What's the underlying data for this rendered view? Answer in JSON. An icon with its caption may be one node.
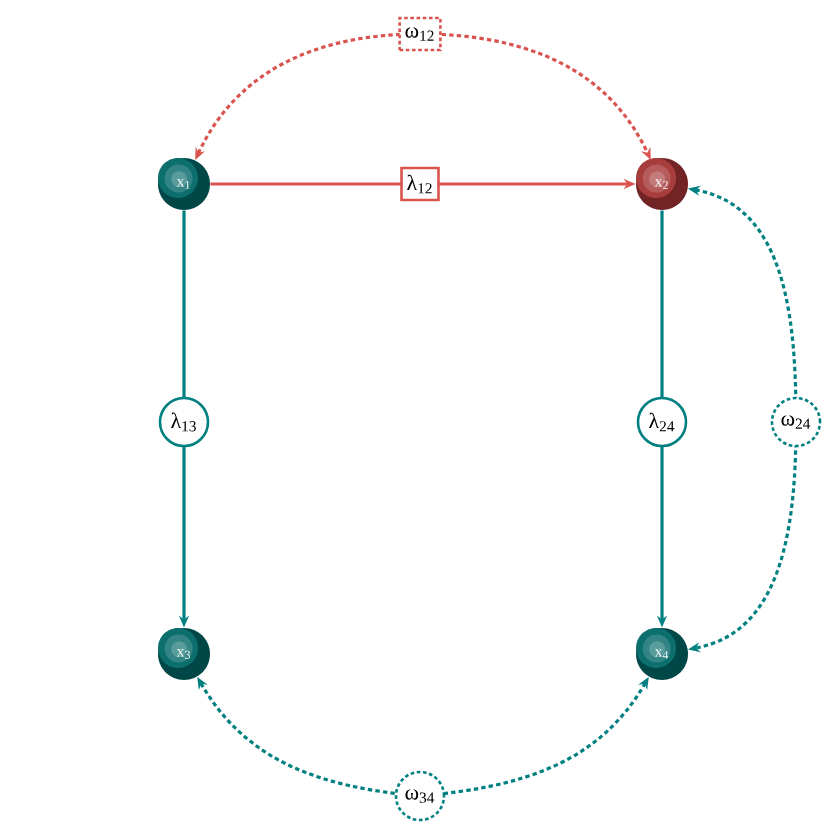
{
  "diagram": {
    "nodes": [
      {
        "text": [
          "x$_{1}$"
        ]
      },
      {
        "text": [
          "x$_{2}$"
        ]
      },
      {
        "text": [
          "x$_{3}$"
        ]
      },
      {
        "text": [
          "x$_{4}$"
        ]
      }
    ],
    "edges": [
      {
        "from": 0,
        "to": 1,
        "arrow": "to",
        "label": "λ$_{12}$",
        "color": "#d9534f"
      },
      {
        "from": 0,
        "to": 1,
        "arrow": "both",
        "label": "ω$_{12}$",
        "style": "dashed",
        "color": "#d9534f"
      },
      {
        "from": 0,
        "to": 2,
        "arrow": "to",
        "label": "λ$_{13}$"
      },
      {
        "from": 1,
        "to": 3,
        "arrow": "to",
        "label": "λ$_{24}$"
      },
      {
        "from": 1,
        "to": 3,
        "arrow": "both",
        "label": "ω$_{24}$",
        "style": "dashed"
      },
      {
        "from": 2,
        "to": 3,
        "arrow": "both",
        "label": "ω$_{34}$",
        "style": "dashed"
      }
    ]
  }
}
